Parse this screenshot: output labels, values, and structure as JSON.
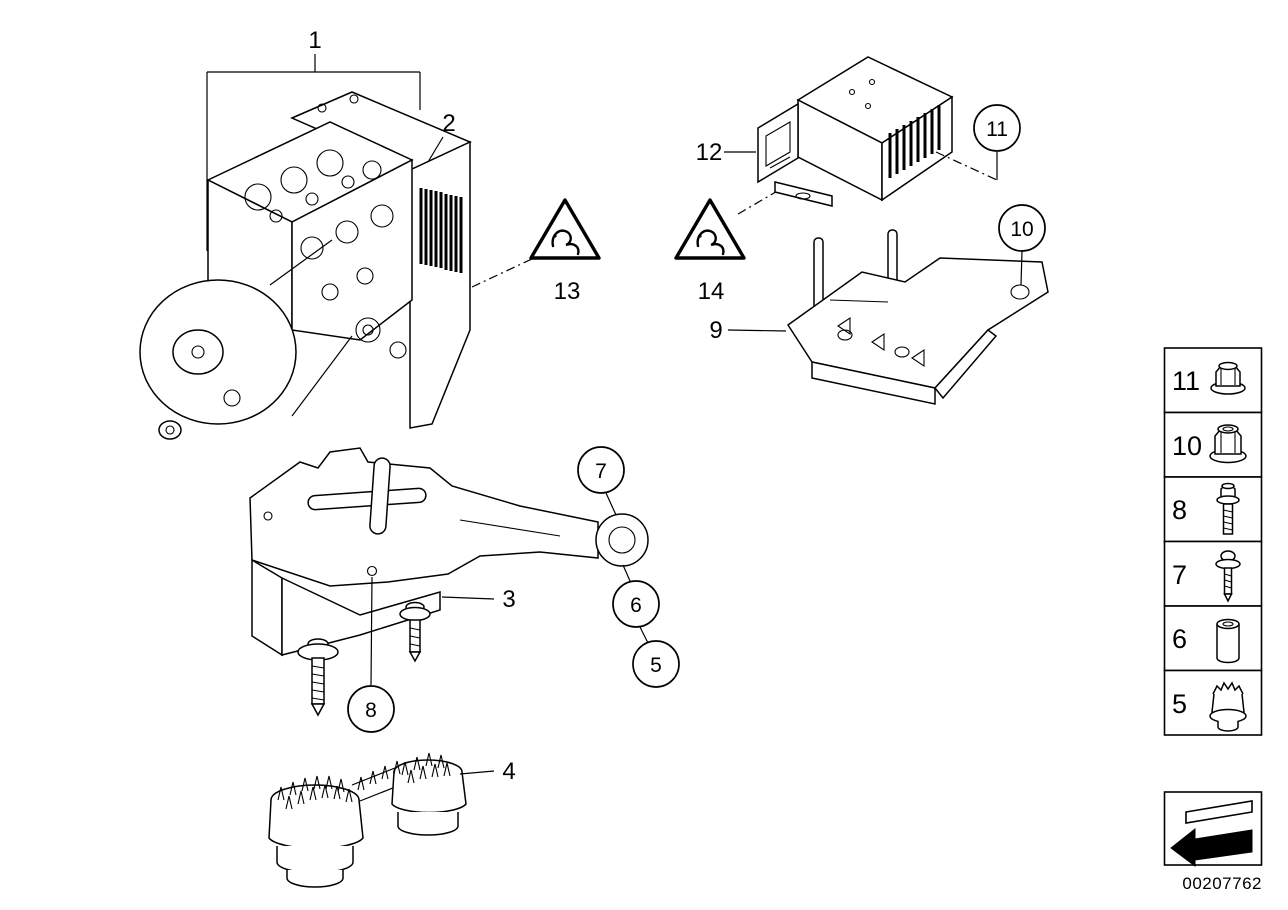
{
  "diagram": {
    "part_number": "00207762",
    "callouts": {
      "1": "1",
      "2": "2",
      "3": "3",
      "4": "4",
      "5": "5",
      "6": "6",
      "7": "7",
      "8": "8",
      "9": "9",
      "10": "10",
      "11": "11",
      "12": "12",
      "13": "13",
      "14": "14"
    },
    "colors": {
      "line": "#000000",
      "background": "#ffffff"
    }
  },
  "sidebar": {
    "items": [
      {
        "number": "11",
        "icon": "flange-nut-icon"
      },
      {
        "number": "10",
        "icon": "flange-nut-icon"
      },
      {
        "number": "8",
        "icon": "flange-bolt-icon"
      },
      {
        "number": "7",
        "icon": "screw-with-washer-icon"
      },
      {
        "number": "6",
        "icon": "spacer-sleeve-icon"
      },
      {
        "number": "5",
        "icon": "rubber-grommet-icon"
      }
    ],
    "arrow_icon": "direction-arrow-icon"
  }
}
